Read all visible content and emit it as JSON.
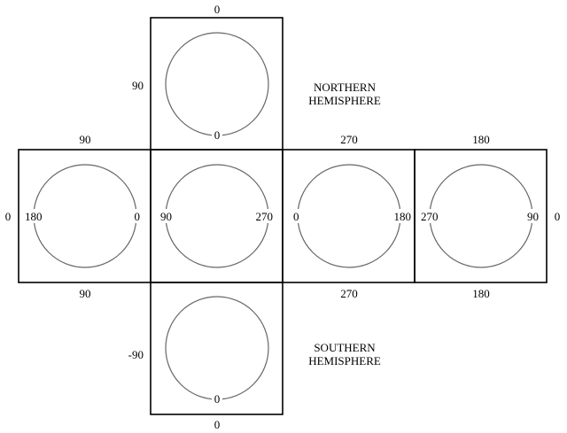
{
  "hemispheres": {
    "north_line1": "NORTHERN",
    "north_line2": "HEMISPHERE",
    "south_line1": "SOUTHERN",
    "south_line2": "HEMISPHERE"
  },
  "outer_labels": {
    "top_above": "0",
    "top_left": "90",
    "left_above": "90",
    "left_below": "90",
    "left_side": "0",
    "right1_above": "270",
    "right1_below": "270",
    "right2_above": "180",
    "right2_below": "180",
    "right_side": "0",
    "bottom_left": "-90",
    "bottom_below": "0"
  },
  "inner_labels": {
    "top_bottom": "0",
    "left_left": "180",
    "left_right": "0",
    "center_left": "90",
    "center_right": "270",
    "right1_left": "0",
    "right1_right": "180",
    "right2_left": "270",
    "right2_right": "90",
    "bottom_bottom": "0"
  }
}
